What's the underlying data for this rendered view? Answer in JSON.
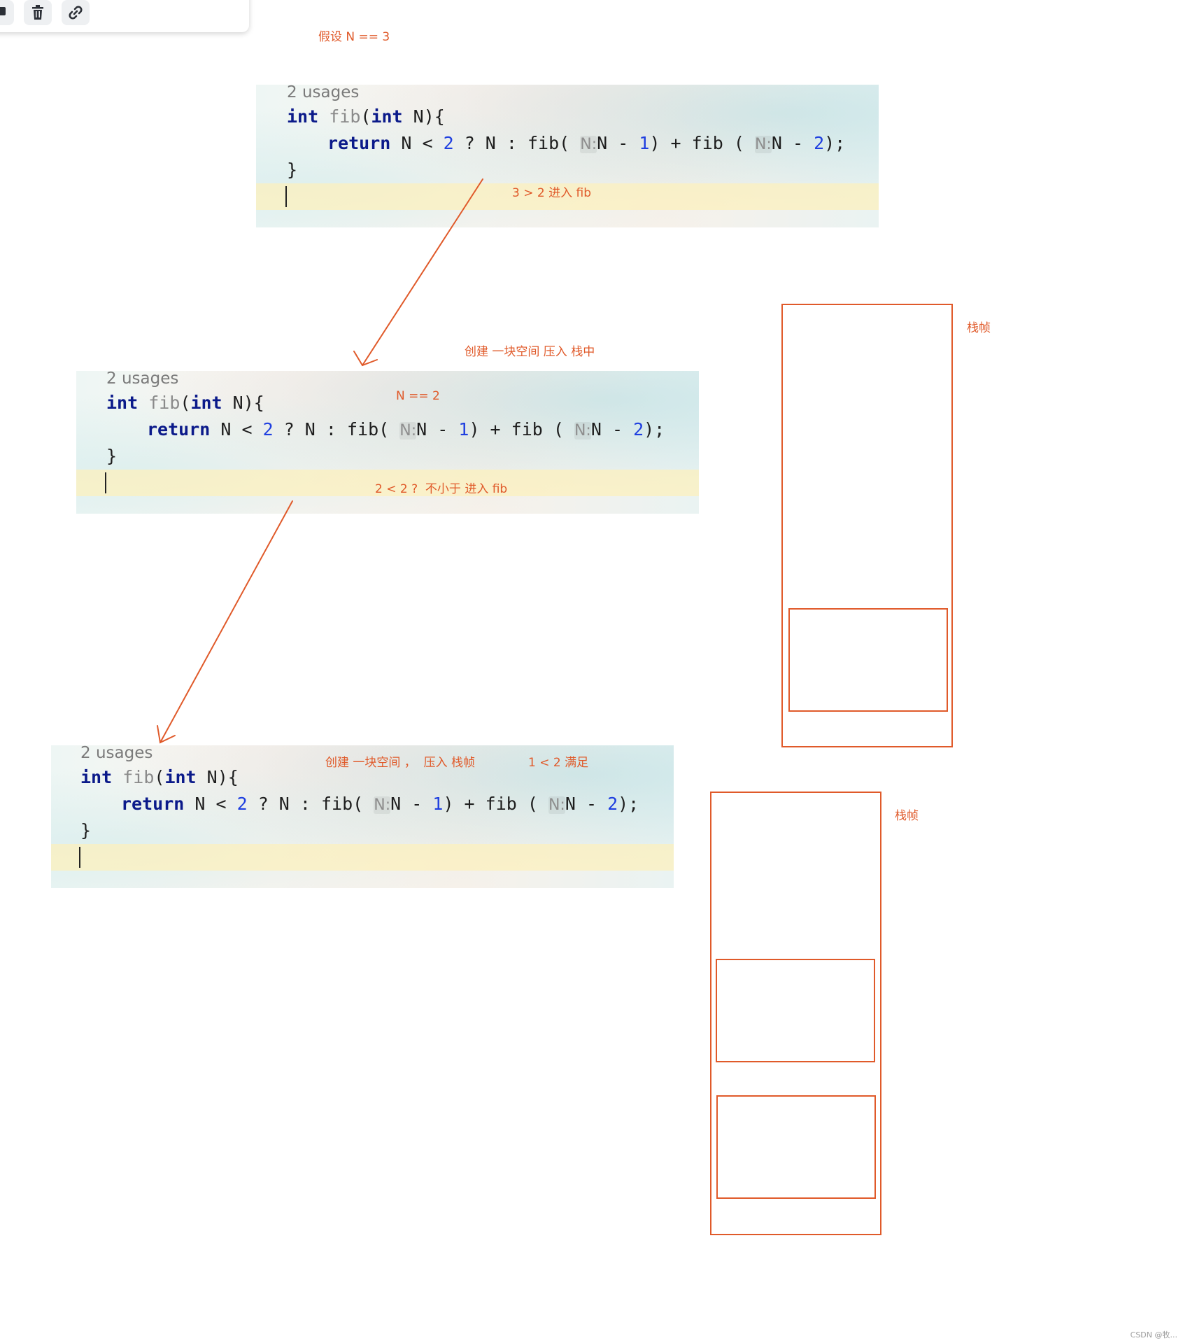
{
  "toolbar": {
    "buttons": [
      {
        "icon": "comment-icon"
      },
      {
        "icon": "trash-icon"
      },
      {
        "icon": "link-icon"
      }
    ]
  },
  "annotations": {
    "assume": "假设 N == 3",
    "enter_fib_1": "3 > 2 进入 fib",
    "create_push_stack": "创建 一块空间 压入 栈中",
    "n_eq_2": "N == 2",
    "not_less_enter": "2 < 2 ?  不小于 进入 fib",
    "create_push_frame": "创建 一块空间 ，  压入 栈帧",
    "satisfied": "1 < 2 满足",
    "stack_frame_label_1": "栈帧",
    "stack_frame_label_2": "栈帧"
  },
  "code": {
    "usages": "2 usages",
    "kw_int": "int",
    "fn_name": "fib",
    "param_open": "(",
    "param_rest": " N){",
    "kw_return": "return",
    "ret_mid": " N < ",
    "lit_2": "2",
    "ret_tern": " ? N : fib(",
    "hint_n": "N:",
    "ret_arg1": "N - ",
    "lit_1": "1",
    "ret_plus": ") + fib (",
    "ret_arg2": "N - ",
    "ret_end": ");",
    "close_brace": "}"
  },
  "accent_color": "#e05a2a",
  "watermark": "CSDN @牧..."
}
